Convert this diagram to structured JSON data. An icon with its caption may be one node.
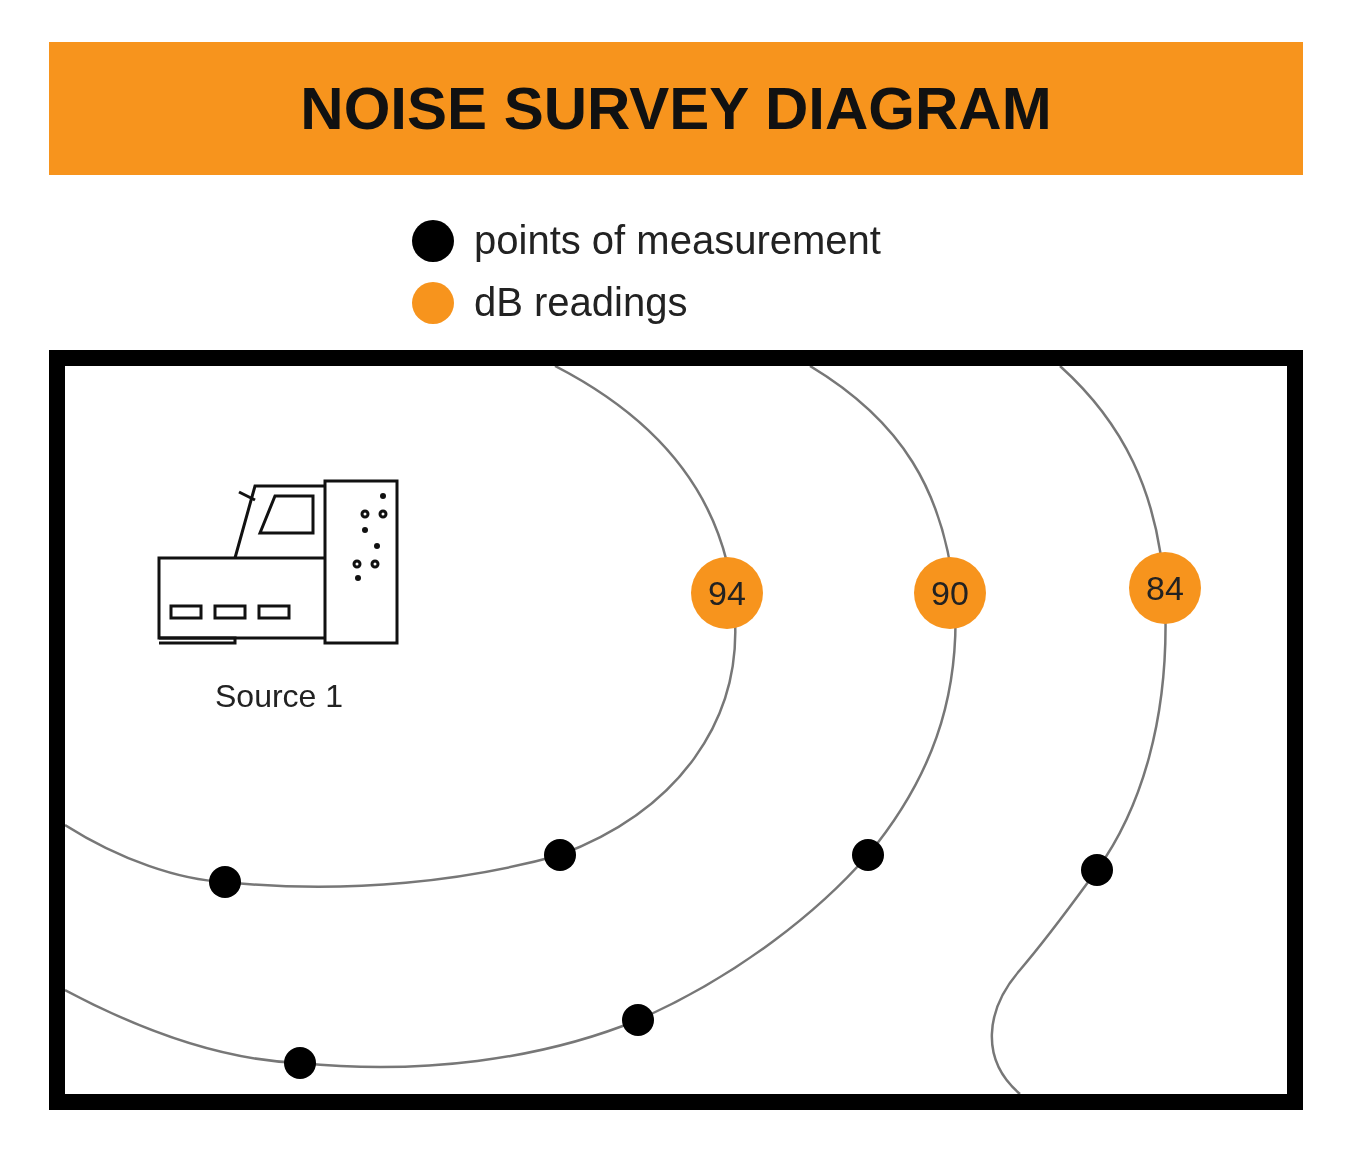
{
  "diagram": {
    "title": "NOISE SURVEY DIAGRAM",
    "nodes": [
      {
        "text": [],
        "shape": "picture",
        "beside": [
          "Source 1"
        ]
      },
      {
        "text": [
          "94"
        ]
      },
      {
        "text": [
          "90"
        ]
      },
      {
        "text": [
          "84"
        ]
      },
      {
        "text": [],
        "shape": "circle"
      },
      {
        "text": [],
        "shape": "circle"
      },
      {
        "text": [],
        "shape": "circle"
      },
      {
        "text": [],
        "shape": "circle"
      },
      {
        "text": [],
        "shape": "circle"
      },
      {
        "text": [],
        "shape": "circle"
      }
    ],
    "legend": [
      {
        "text": "points of measurement",
        "color": "#000000"
      },
      {
        "text": "dB readings",
        "color": "#f7941d"
      }
    ]
  }
}
